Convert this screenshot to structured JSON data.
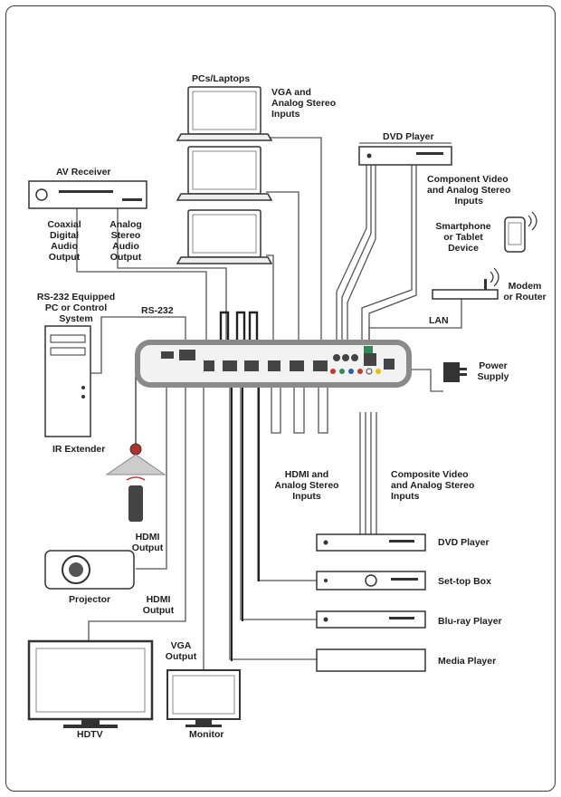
{
  "labels": {
    "pcs_laptops": "PCs/Laptops",
    "vga_inputs": [
      "VGA and",
      "Analog Stereo",
      "Inputs"
    ],
    "dvd_player_top": "DVD Player",
    "av_receiver": "AV Receiver",
    "component_inputs": [
      "Component Video",
      "and Analog Stereo",
      "Inputs"
    ],
    "coaxial_output": [
      "Coaxial",
      "Digital",
      "Audio",
      "Output"
    ],
    "analog_output": [
      "Analog",
      "Stereo",
      "Audio",
      "Output"
    ],
    "smartphone": [
      "Smartphone",
      "or Tablet",
      "Device"
    ],
    "modem": [
      "Modem",
      "or Router"
    ],
    "rs232_pc": [
      "RS-232 Equipped",
      "PC or Control",
      "System"
    ],
    "rs232": "RS-232",
    "lan": "LAN",
    "power_supply": [
      "Power",
      "Supply"
    ],
    "ir_extender": "IR Extender",
    "hdmi_inputs": [
      "HDMI and",
      "Analog Stereo",
      "Inputs"
    ],
    "composite_inputs": [
      "Composite Video",
      "and Analog Stereo",
      "Inputs"
    ],
    "hdmi_output_1": [
      "HDMI",
      "Output"
    ],
    "projector": "Projector",
    "hdmi_output_2": [
      "HDMI",
      "Output"
    ],
    "dvd_player_bottom": "DVD Player",
    "settop_box": "Set-top Box",
    "bluray_player": "Blu-ray Player",
    "media_player": "Media Player",
    "vga_output": [
      "VGA",
      "Output"
    ],
    "hdtv": "HDTV",
    "monitor": "Monitor"
  }
}
